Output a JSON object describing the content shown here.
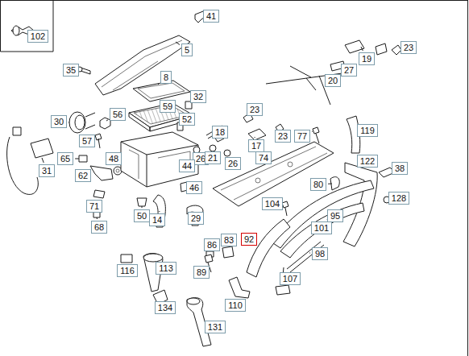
{
  "diagram": {
    "labels": [
      "41",
      "102",
      "5",
      "35",
      "19",
      "23",
      "8",
      "27",
      "20",
      "59",
      "32",
      "23",
      "56",
      "30",
      "52",
      "18",
      "77",
      "23",
      "119",
      "17",
      "74",
      "57",
      "26",
      "21",
      "26",
      "65",
      "48",
      "44",
      "122",
      "31",
      "38",
      "62",
      "80",
      "46",
      "104",
      "128",
      "71",
      "95",
      "50",
      "14",
      "29",
      "68",
      "101",
      "86",
      "83",
      "92",
      "98",
      "116",
      "113",
      "89",
      "107",
      "110",
      "134",
      "131"
    ]
  }
}
